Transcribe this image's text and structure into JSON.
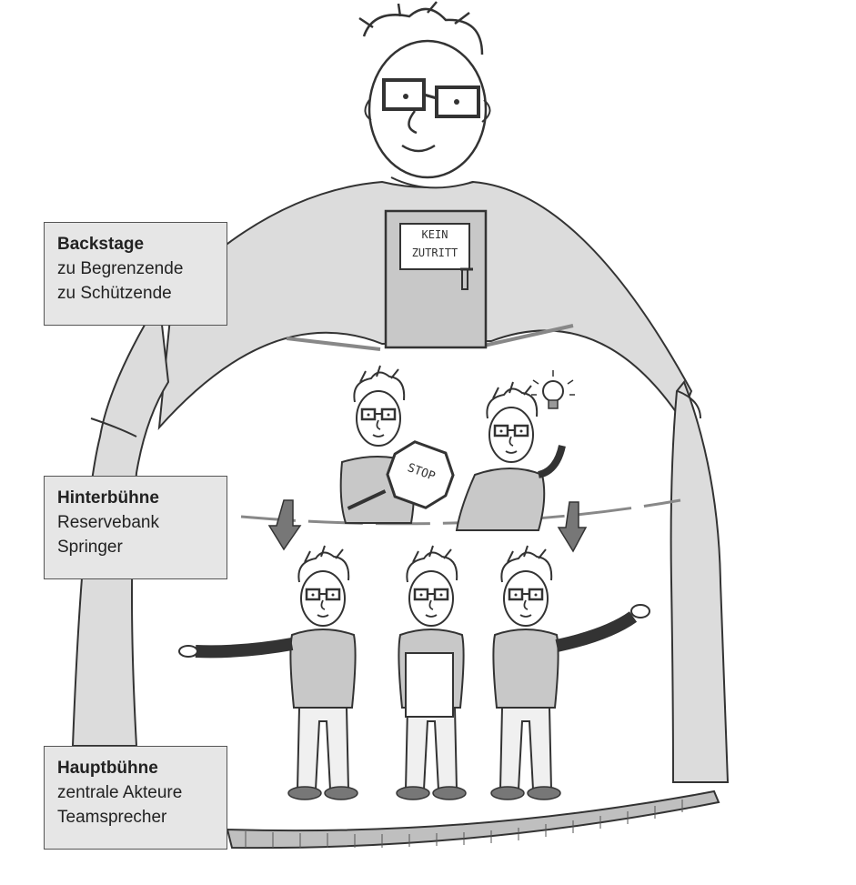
{
  "labels": {
    "backstage": {
      "title": "Backstage",
      "lines": [
        "zu Begrenzende",
        "zu Schützende"
      ]
    },
    "hinterbuehne": {
      "title": "Hinterbühne",
      "lines": [
        "Reservebank",
        "Springer"
      ]
    },
    "hauptbuehne": {
      "title": "Hauptbühne",
      "lines": [
        "zentrale Akteure",
        "Teamsprecher"
      ]
    }
  },
  "door_sign": {
    "line1": "KEIN",
    "line2": "ZUTRITT"
  },
  "stop_sign": "STOP",
  "colors": {
    "box_fill": "#e6e6e6",
    "curtain_fill": "#dcdcdc",
    "shirt_fill": "#c8c8c8",
    "stroke": "#333333"
  }
}
